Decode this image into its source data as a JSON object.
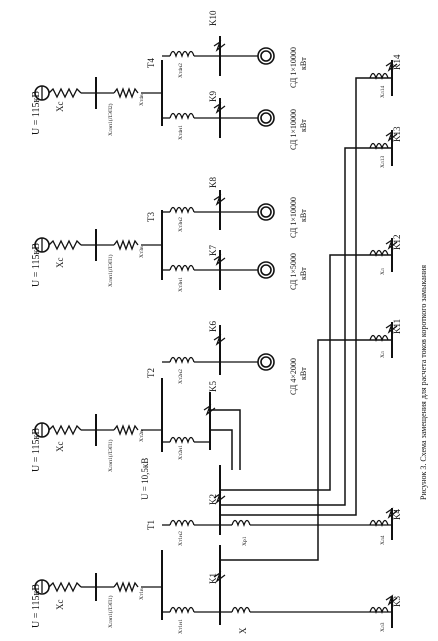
{
  "sources": [
    {
      "label": "U = 115кВ",
      "x_label": "Xс",
      "line_label": "Xлэп1(ЛЭП1)"
    },
    {
      "label": "U = 115кВ",
      "x_label": "Xс",
      "line_label": "Xлэп1(ЛЭП1)"
    },
    {
      "label": "U = 115кВ",
      "x_label": "Xс",
      "line_label": "Xлэп1(ЛЭП1)"
    },
    {
      "label": "U = 115кВ",
      "x_label": "Xс",
      "line_label": "Xлэп1(ЛЭП2)"
    }
  ],
  "transformers": [
    {
      "name": "T1",
      "xv": "Xт1в",
      "xn1": "Xт1н1",
      "xn2": "Xт1н2"
    },
    {
      "name": "T2",
      "xv": "Xт2в",
      "xn1": "Xт2н1",
      "xn2": "Xт2н2"
    },
    {
      "name": "T3",
      "xv": "Xт3в",
      "xn1": "Xт3н1",
      "xn2": "Xт3н2"
    },
    {
      "name": "T4",
      "xv": "Xт4в",
      "xn1": "Xт4н1",
      "xn2": "Xт4н2"
    }
  ],
  "faults": [
    "K1",
    "K2",
    "K3",
    "K4",
    "K5",
    "K6",
    "K7",
    "K8",
    "K9",
    "K10",
    "K11",
    "K12",
    "K13",
    "K14"
  ],
  "motors": [
    {
      "label": "СД 4×2000",
      "unit": "кВт"
    },
    {
      "label": "СД 1×5000",
      "unit": "кВт"
    },
    {
      "label": "СД 1×10000",
      "unit": "кВт"
    },
    {
      "label": "СД 1×10000",
      "unit": "кВт"
    },
    {
      "label": "СД 1×10000",
      "unit": "кВт"
    }
  ],
  "voltage_10": "U = 10,5кВ",
  "x_labels": {
    "xr1": "Xр1",
    "xr2": "Xр",
    "xl3": "Xл3",
    "xl4": "Xл4",
    "xl11": "Xл",
    "xl12": "Xл",
    "xl13": "Xл13",
    "xl14": "Xл14",
    "x10": "X"
  },
  "caption": "Рисунок 3. Схема замещения для расчета токов короткого замыкания"
}
